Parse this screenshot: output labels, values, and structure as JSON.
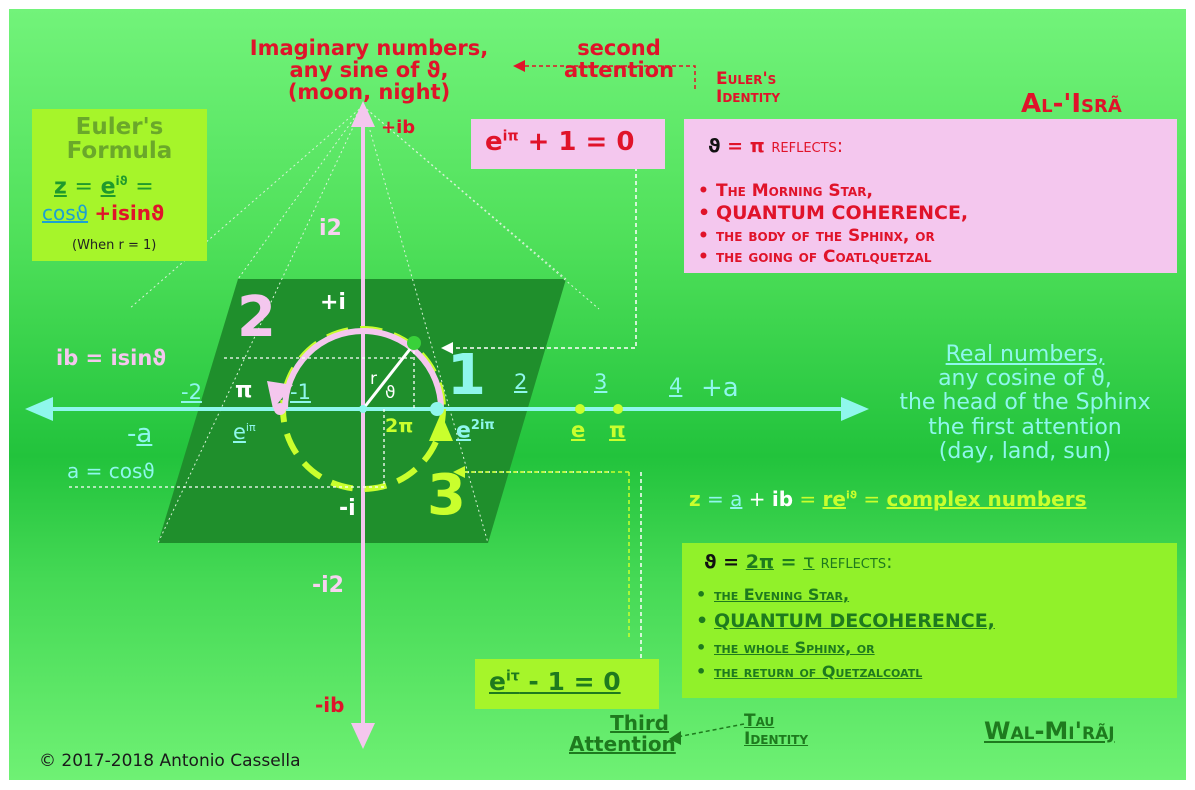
{
  "colors": {
    "bg_top": "#72f37a",
    "bg_mid": "#22c33c",
    "parallelogram": "#1f8f2c",
    "axis": "#8ff7ec",
    "pink": "#f4c7ee",
    "red": "#e0132a",
    "lime": "#c9ff2d",
    "dark_green": "#1e7a1e"
  },
  "top": {
    "imaginary": [
      "Imaginary numbers,",
      "any sine of ϑ,",
      "(moon, night)"
    ],
    "second_attention": [
      "second",
      "attention"
    ],
    "euler_identity": [
      "Euler's",
      "Identity"
    ],
    "al_isra": "Al-'Isrã"
  },
  "euler_formula": {
    "title1": "Euler's",
    "title2": "Formula",
    "z": "z",
    "eq1": "=",
    "e": "e",
    "sup": "iϑ",
    "eq2": "=",
    "cos": "cosϑ",
    "isin": "+isinϑ",
    "note": "(When r = 1)"
  },
  "identity1": {
    "base": "e",
    "sup": "iπ",
    "rest": " + 1 = 0"
  },
  "pi_box": {
    "head_theta": "ϑ",
    "head_eq": " = π ",
    "head_word": "reflects:",
    "items": [
      "The Morning Star,",
      "QUANTUM COHERENCE,",
      "the body of the Sphinx, or",
      "the going of Coatlquetzal"
    ]
  },
  "axes": {
    "plus_ib": "+ib",
    "i2": "i2",
    "plus_i": "+i",
    "minus_i": "-i",
    "minus_i2": "-i2",
    "minus_ib": "-ib",
    "neg2": "-2",
    "neg1": "-1",
    "one": "1",
    "two": "2",
    "three": "3",
    "four": "4",
    "plus_a": "+a",
    "neg_a": "-a",
    "minus_sign": "-",
    "a": "a",
    "pi": "π",
    "pi2": "π",
    "two_pi": "2π",
    "r": "r",
    "theta": "ϑ",
    "e_letter": "e",
    "num2": "2",
    "num1": "1",
    "num3": "3"
  },
  "eip": {
    "base": "e",
    "sup": "iπ"
  },
  "e2ip": {
    "base": "e",
    "sup": "2iπ"
  },
  "left_labels": {
    "ib": "ib = isinϑ",
    "a_eq": "a = cosϑ"
  },
  "real": {
    "line1": "Real numbers,",
    "line2": "any cosine of ϑ,",
    "line3": "the head of the Sphinx",
    "line4": "the first attention",
    "line5": "(day, land, sun)"
  },
  "complex": {
    "z": "z",
    "eq1": " = ",
    "a": "a",
    "plus": " + ",
    "ib": "ib",
    "eq2": " = ",
    "re": "re",
    "sup": "iϑ",
    "eq3": " = ",
    "words": "complex numbers"
  },
  "tau_box": {
    "head_theta": "ϑ",
    "head_eq": " = ",
    "head_2pi": "2π",
    "head_eq2": " = ",
    "head_tau": "τ",
    "head_word": " reflects:",
    "items": [
      "the Evening Star,",
      "QUANTUM DECOHERENCE,",
      "the whole Sphinx, or",
      "the return of Quetzalcoatl"
    ]
  },
  "identity2": {
    "base": "e",
    "sup": "iτ",
    "rest": " - 1 = 0"
  },
  "bottom": {
    "third": [
      "Third",
      "Attention"
    ],
    "tau_identity": [
      "Tau",
      "Identity"
    ],
    "wal_miraj": "Wal-Mi'rãj",
    "copyright": "© 2017-2018  Antonio Cassella"
  }
}
